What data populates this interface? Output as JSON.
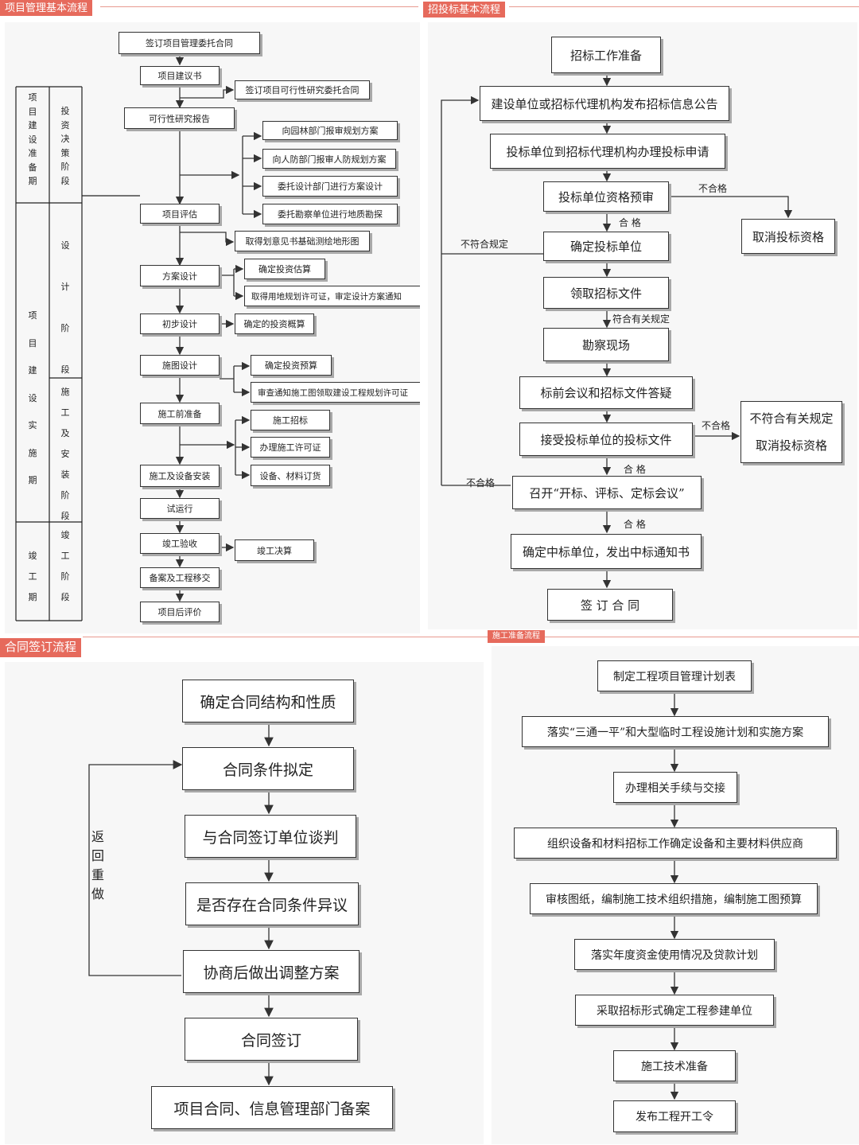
{
  "p1": {
    "title": "项目管理基本流程",
    "boxes": {
      "contract": "签订项目管理委托合同",
      "proposal": "项目建议书",
      "feas_contract": "签订项目可行性研究委托合同",
      "feas_report": "可行性研究报告",
      "garden": "向园林部门报审规划方案",
      "civil": "向人防部门报审人防规划方案",
      "design_scheme": "委托设计部门进行方案设计",
      "geo": "委托勘察单位进行地质勘探",
      "evaluation": "项目评估",
      "survey_map": "取得划意见书基础测绘地形图",
      "scheme_design": "方案设计",
      "invest_est": "确定投资估算",
      "land_permit": "取得用地规划许可证，审定设计方案通知",
      "prelim_design": "初步设计",
      "invest_budget": "确定的投资概算",
      "drawing_design": "施图设计",
      "invest_forecast": "确定投资预算",
      "plan_permit": "审查通知施工图领取建设工程规划许可证",
      "prep": "施工前准备",
      "bid": "施工招标",
      "build_permit": "办理施工许可证",
      "equip_order": "设备、材料订货",
      "install": "施工及设备安装",
      "trial": "试运行",
      "acceptance": "竣工验收",
      "settlement": "竣工决算",
      "handover": "备案及工程移交",
      "post_eval": "项目后评价"
    },
    "phases": [
      "项目建设准备期",
      "项目建设实施期",
      "竣工期"
    ],
    "stages": [
      "投资决策阶段",
      "设计阶段",
      "施工及安装阶段",
      "竣工阶段"
    ]
  },
  "p2": {
    "title": "招投标基本流程",
    "boxes": {
      "prep": "招标工作准备",
      "notice": "建设单位或招标代理机构发布招标信息公告",
      "apply": "投标单位到招标代理机构办理投标申请",
      "prequal": "投标单位资格预审",
      "cancel1": "取消投标资格",
      "select": "确定投标单位",
      "docs": "领取招标文件",
      "site": "勘察现场",
      "qa": "标前会议和招标文件答疑",
      "receive": "接受投标单位的投标文件",
      "cancel2_a": "不符合有关规定",
      "cancel2_b": "取消投标资格",
      "meeting": "召开“开标、评标、定标会议”",
      "winner": "确定中标单位，发出中标通知书",
      "sign": "签 订 合 同"
    },
    "labels": {
      "fail1": "不合格",
      "pass1": "合 格",
      "noncompliant": "不符合规定",
      "compliant": "符合有关规定",
      "fail2": "不合格",
      "pass2": "合 格",
      "fail3": "不合格",
      "pass3": "合 格"
    }
  },
  "p3": {
    "title": "合同签订流程",
    "boxes": {
      "structure": "确定合同结构和性质",
      "draft": "合同条件拟定",
      "negotiate": "与合同签订单位谈判",
      "dispute": "是否存在合同条件异议",
      "adjust": "协商后做出调整方案",
      "sign": "合同签订",
      "file": "项目合同、信息管理部门备案"
    },
    "loop_label": "返回重做"
  },
  "p4": {
    "title": "施工准备流程",
    "boxes": {
      "plan": "制定工程项目管理计划表",
      "utilities": "落实“三通一平”和大型临时工程设施计划和实施方案",
      "procedures": "办理相关手续与交接",
      "suppliers": "组织设备和材料招标工作确定设备和主要材料供应商",
      "review": "审核图纸，编制施工技术组织措施，编制施工图预算",
      "funds": "落实年度资金使用情况及贷款计划",
      "units": "采取招标形式确定工程参建单位",
      "tech": "施工技术准备",
      "start": "发布工程开工令"
    }
  }
}
